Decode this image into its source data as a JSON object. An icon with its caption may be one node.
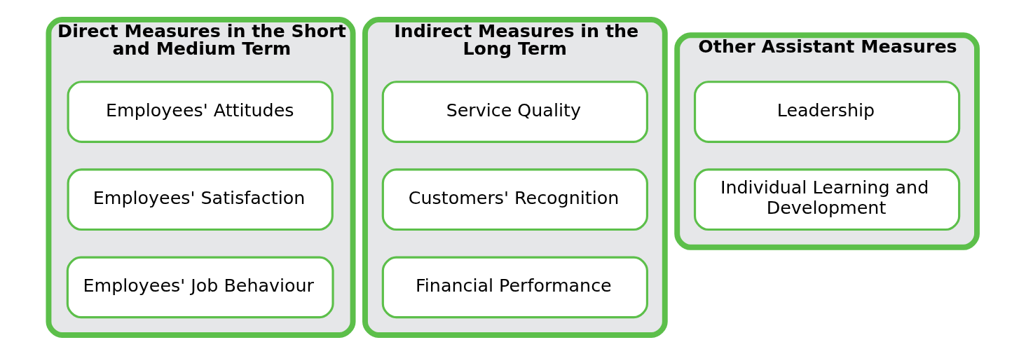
{
  "diagram": {
    "nodes": [
      {
        "text": [
          "Direct Measures in the Short and Medium Term"
        ]
      },
      {
        "text": [
          "Employees' Attitudes"
        ],
        "in": 0
      },
      {
        "text": [
          "Employees' Satisfaction"
        ],
        "in": 0
      },
      {
        "text": [
          "Employees' Job Behaviour"
        ],
        "in": 0
      },
      {
        "text": [
          "Indirect Measures in the Long Term"
        ]
      },
      {
        "text": [
          "Service Quality"
        ],
        "in": 4
      },
      {
        "text": [
          "Customers' Recognition"
        ],
        "in": 4
      },
      {
        "text": [
          "Financial Performance"
        ],
        "in": 4
      },
      {
        "text": [
          "Other Assistant Measures"
        ]
      },
      {
        "text": [
          "Leadership"
        ],
        "in": 8
      },
      {
        "text": [
          "Individual Learning and Development"
        ],
        "in": 8
      }
    ],
    "edges": []
  }
}
